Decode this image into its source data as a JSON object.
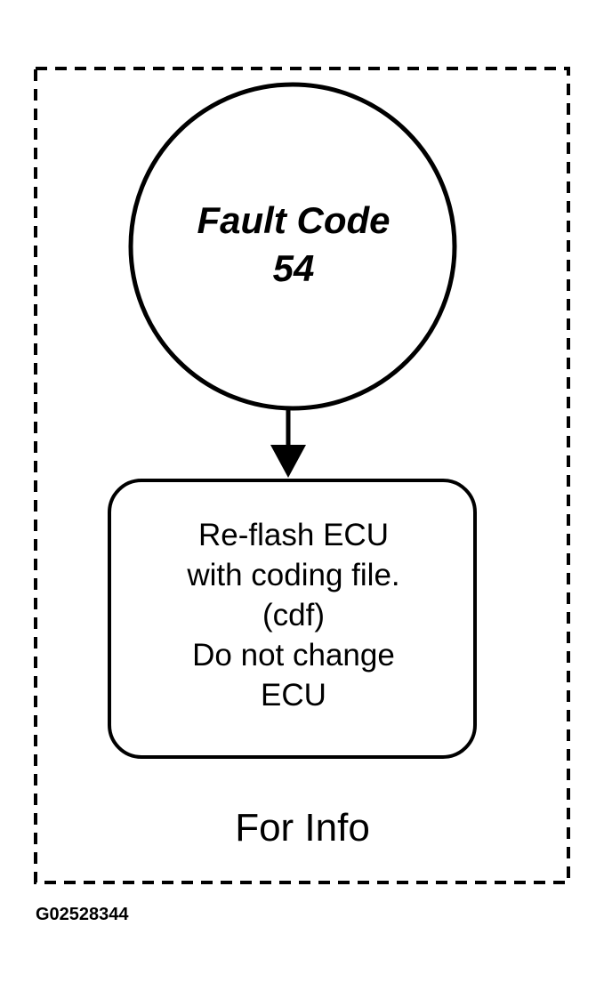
{
  "container": {
    "label": "For Info"
  },
  "fault_node": {
    "lines": [
      "Fault Code",
      "54"
    ]
  },
  "action_node": {
    "lines": [
      "Re-flash ECU",
      "with coding file.",
      "(cdf)",
      "Do not change",
      "ECU"
    ]
  },
  "figure_id": "G02528344",
  "colors": {
    "stroke": "#000000",
    "background": "#ffffff"
  }
}
